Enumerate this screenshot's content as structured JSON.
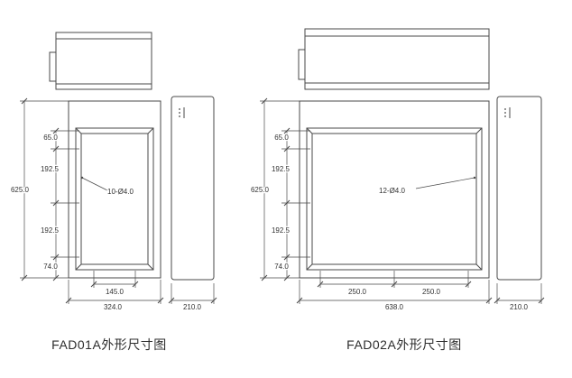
{
  "page": {
    "background": "#ffffff"
  },
  "colors": {
    "line": "#4a4a4a",
    "dim_text": "#333333",
    "title_text": "#2d2d2d"
  },
  "drawings": [
    {
      "title": "FAD01A外形尺寸图",
      "hole_callout": "10-Ø4.0",
      "dims": {
        "overall_height": "625.0",
        "top_offset": "65.0",
        "row_spacing_1": "192.5",
        "row_spacing_2": "192.5",
        "bottom_offset": "74.0",
        "bottom_inner_width": "145.0",
        "overall_width": "324.0",
        "side_depth": "210.0"
      }
    },
    {
      "title": "FAD02A外形尺寸图",
      "hole_callout": "12-Ø4.0",
      "dims": {
        "overall_height": "625.0",
        "top_offset": "65.0",
        "row_spacing_1": "192.5",
        "row_spacing_2": "192.5",
        "bottom_offset": "74.0",
        "bottom_inner_left": "250.0",
        "bottom_inner_right": "250.0",
        "overall_width": "638.0",
        "side_depth": "210.0"
      }
    }
  ]
}
